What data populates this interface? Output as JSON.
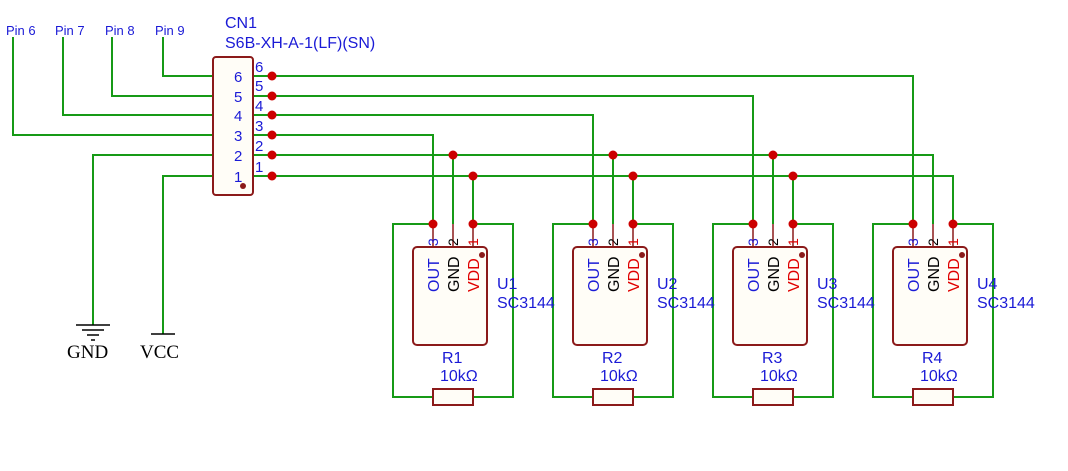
{
  "net_labels": [
    "Pin 6",
    "Pin 7",
    "Pin 8",
    "Pin 9"
  ],
  "connector": {
    "ref": "CN1",
    "part": "S6B-XH-A-1(LF)(SN)",
    "pin_names": [
      "6",
      "5",
      "4",
      "3",
      "2",
      "1"
    ],
    "pin_numbers": [
      "6",
      "5",
      "4",
      "3",
      "2",
      "1"
    ]
  },
  "power": {
    "gnd": "GND",
    "vcc": "VCC"
  },
  "sensors": [
    {
      "ref": "U1",
      "part": "SC3144"
    },
    {
      "ref": "U2",
      "part": "SC3144"
    },
    {
      "ref": "U3",
      "part": "SC3144"
    },
    {
      "ref": "U4",
      "part": "SC3144"
    }
  ],
  "sensor_pins": {
    "names": [
      "OUT",
      "GND",
      "VDD"
    ],
    "numbers": [
      "3",
      "2",
      "1"
    ]
  },
  "resistors": [
    {
      "ref": "R1",
      "value": "10kΩ"
    },
    {
      "ref": "R2",
      "value": "10kΩ"
    },
    {
      "ref": "R3",
      "value": "10kΩ"
    },
    {
      "ref": "R4",
      "value": "10kΩ"
    }
  ],
  "colors": {
    "wire": "#169a16",
    "component_body": "#8b1a1a",
    "junction": "#cc0000",
    "blue_text": "#1a1ad6",
    "red_text": "#e00000"
  }
}
